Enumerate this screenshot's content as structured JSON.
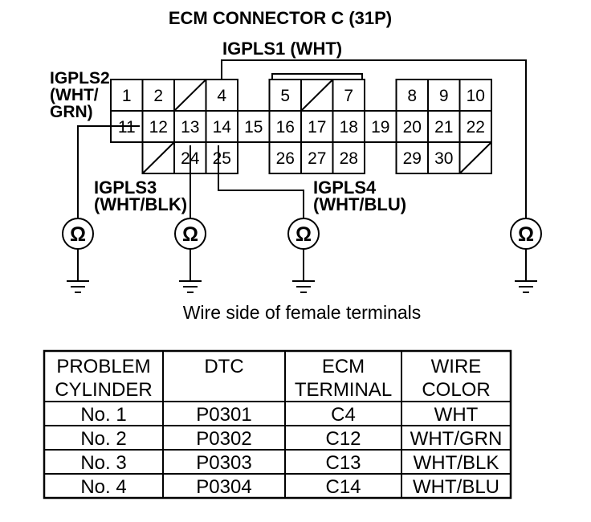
{
  "diagram": {
    "title": "ECM CONNECTOR C (31P)",
    "connector": {
      "rows": {
        "top": [
          "1",
          "2",
          "",
          "4",
          "5",
          "",
          "7",
          "8",
          "9",
          "10"
        ],
        "middle": [
          "11",
          "12",
          "13",
          "14",
          "15",
          "16",
          "17",
          "18",
          "19",
          "20",
          "21",
          "22"
        ],
        "bottom": [
          "",
          "24",
          "25",
          "26",
          "27",
          "28",
          "29",
          "30",
          ""
        ]
      }
    },
    "wires": {
      "igpls1": {
        "label": "IGPLS1 (WHT)"
      },
      "igpls2": {
        "label_lines": [
          "IGPLS2",
          "(WHT/",
          "GRN)"
        ]
      },
      "igpls3": {
        "label_lines": [
          "IGPLS3",
          "(WHT/BLK)"
        ]
      },
      "igpls4": {
        "label_lines": [
          "IGPLS4",
          "(WHT/BLU)"
        ]
      }
    },
    "meter_symbol": "Ω",
    "icons": {
      "meter": "ohmmeter-icon",
      "ground": "ground-icon"
    },
    "caption": "Wire side of female terminals"
  },
  "table": {
    "headers": [
      [
        "PROBLEM",
        "CYLINDER"
      ],
      [
        "DTC"
      ],
      [
        "ECM",
        "TERMINAL"
      ],
      [
        "WIRE",
        "COLOR"
      ]
    ],
    "rows": [
      [
        "No. 1",
        "P0301",
        "C4",
        "WHT"
      ],
      [
        "No. 2",
        "P0302",
        "C12",
        "WHT/GRN"
      ],
      [
        "No. 3",
        "P0303",
        "C13",
        "WHT/BLK"
      ],
      [
        "No. 4",
        "P0304",
        "C14",
        "WHT/BLU"
      ]
    ]
  }
}
